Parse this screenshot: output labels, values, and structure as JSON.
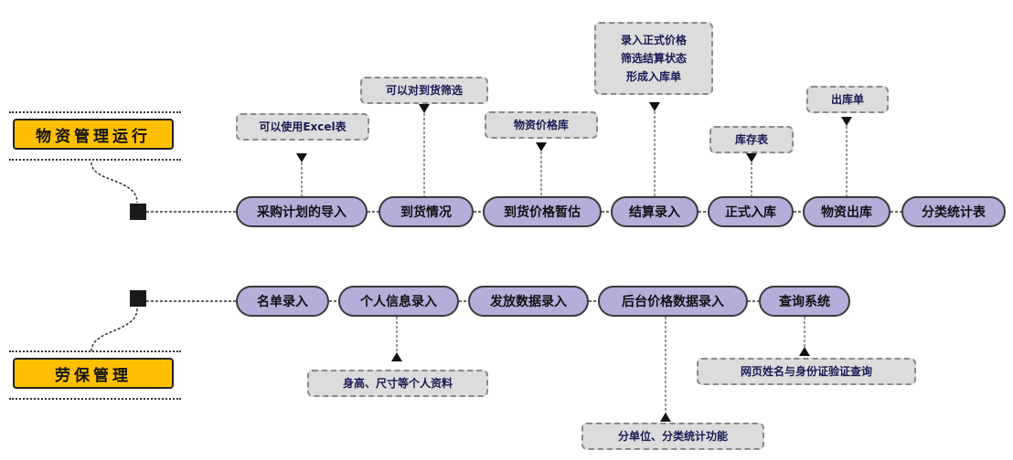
{
  "sections": {
    "material": {
      "title": "物资管理运行"
    },
    "labor": {
      "title": "劳保管理"
    }
  },
  "material_flow": [
    {
      "label": "采购计划的导入",
      "note": [
        "可以使用Excel表"
      ]
    },
    {
      "label": "到货情况",
      "note": [
        "可以对到货筛选"
      ]
    },
    {
      "label": "到货价格暂估",
      "note": [
        "物资价格库"
      ]
    },
    {
      "label": "结算录入",
      "note": [
        "录入正式价格",
        "筛选结算状态",
        "形成入库单"
      ]
    },
    {
      "label": "正式入库",
      "note": [
        "库存表"
      ]
    },
    {
      "label": "物资出库",
      "note": [
        "出库单"
      ]
    },
    {
      "label": "分类统计表",
      "note": []
    }
  ],
  "labor_flow": [
    {
      "label": "名单录入",
      "note": []
    },
    {
      "label": "个人信息录入",
      "note": [
        "身高、尺寸等个人资料"
      ]
    },
    {
      "label": "发放数据录入",
      "note": []
    },
    {
      "label": "后台价格数据录入",
      "note": [
        "分单位、分类统计功能"
      ]
    },
    {
      "label": "查询系统",
      "note": [
        "网页姓名与身份证验证查询"
      ]
    }
  ],
  "colors": {
    "title_fill": "#fdbf00",
    "step_fill": "#b7addb",
    "note_fill": "#dcdcdc",
    "note_text": "#1a1a55"
  }
}
